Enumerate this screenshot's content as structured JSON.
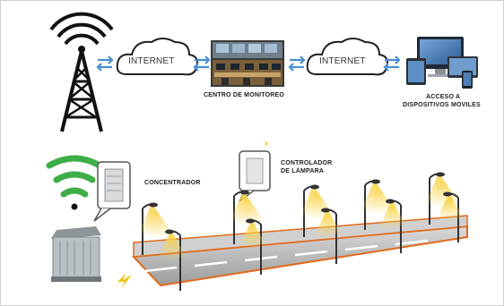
{
  "diagram": {
    "cloud_left_label": "INTERNET",
    "cloud_right_label": "INTERNET",
    "monitoring_center_label": "CENTRO DE MONITOREO",
    "mobile_access_label_line1": "ACCESO A",
    "mobile_access_label_line2": "DISPOSITIVOS MOVILES",
    "concentrator_label": "CONCENTRADOR",
    "lamp_controller_label_line1": "CONTROLADOR",
    "lamp_controller_label_line2": "DE LÁMPARA"
  },
  "colors": {
    "arrow_blue": "#4a8fd1",
    "wifi_green": "#3fae49",
    "lamp_glow": "#f3c52a",
    "road_border": "#e46a1c",
    "road_gray": "#b8b8b8",
    "lightning": "#f1c21b"
  }
}
